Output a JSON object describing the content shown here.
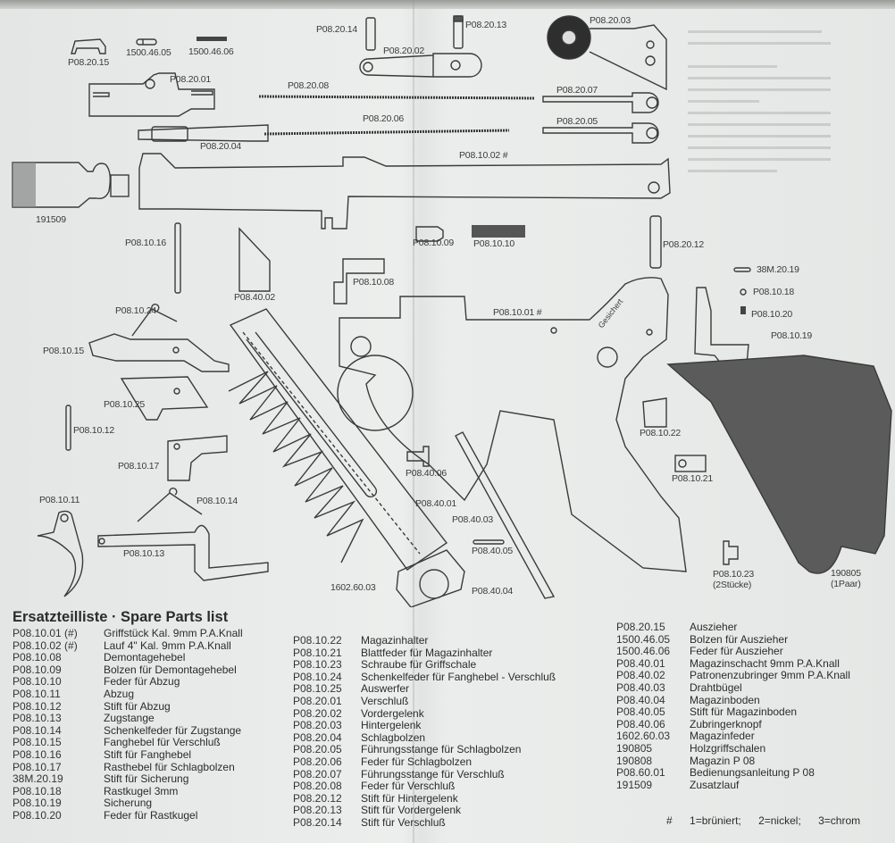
{
  "diagram_labels": {
    "p082015": "P08.20.15",
    "p150046_05": "1500.46.05",
    "p150046_06": "1500.46.06",
    "p082014": "P08.20.14",
    "p082013": "P08.20.13",
    "p082002": "P08.20.02",
    "p082003": "P08.20.03",
    "p082001": "P08.20.01",
    "p082008": "P08.20.08",
    "p082007": "P08.20.07",
    "p082006": "P08.20.06",
    "p082005": "P08.20.05",
    "p082004": "P08.20.04",
    "p081002": "P08.10.02 #",
    "z191509": "191509",
    "p081016": "P08.10.16",
    "p081009": "P08.10.09",
    "p081010": "P08.10.10",
    "p082012": "P08.20.12",
    "p084002": "P08.40.02",
    "p081008": "P08.10.08",
    "m382019": "38M.20.19",
    "p081018": "P08.10.18",
    "p081020": "P08.10.20",
    "p081019": "P08.10.19",
    "p081024": "P08.10.24",
    "p081001": "P08.10.01 #",
    "p081015": "P08.10.15",
    "p081025": "P08.10.25",
    "p081012": "P08.10.12",
    "p081022": "P08.10.22",
    "p081021": "P08.10.21",
    "p081017": "P08.10.17",
    "p084006": "P08.40.06",
    "p081011": "P08.10.11",
    "p081014": "P08.10.14",
    "p084001": "P08.40.01",
    "p084003": "P08.40.03",
    "p084005": "P08.40.05",
    "p081013": "P08.10.13",
    "p081023": "P08.10.23",
    "p081023_qty": "(2Stücke)",
    "z190805": "190805",
    "z190805_qty": "(1Paar)",
    "z160260": "1602.60.03",
    "p084004": "P08.40.04",
    "grip_marking": "Gesichert"
  },
  "parts_list": {
    "title": "Ersatzteilliste · Spare Parts list",
    "columns": [
      [
        {
          "code": "P08.10.01 (#)",
          "desc": "Griffstück Kal. 9mm P.A.Knall"
        },
        {
          "code": "P08.10.02 (#)",
          "desc": "Lauf 4\" Kal. 9mm P.A.Knall"
        },
        {
          "code": "P08.10.08",
          "desc": "Demontagehebel"
        },
        {
          "code": "P08.10.09",
          "desc": "Bolzen für Demontagehebel"
        },
        {
          "code": "P08.10.10",
          "desc": "Feder für Abzug"
        },
        {
          "code": "P08.10.11",
          "desc": "Abzug"
        },
        {
          "code": "P08.10.12",
          "desc": "Stift für Abzug"
        },
        {
          "code": "P08.10.13",
          "desc": "Zugstange"
        },
        {
          "code": "P08.10.14",
          "desc": "Schenkelfeder für Zugstange"
        },
        {
          "code": "P08.10.15",
          "desc": "Fanghebel für Verschluß"
        },
        {
          "code": "P08.10.16",
          "desc": "Stift für Fanghebel"
        },
        {
          "code": "P08.10.17",
          "desc": "Rasthebel für Schlagbolzen"
        },
        {
          "code": "38M.20.19",
          "desc": "Stift für Sicherung"
        },
        {
          "code": "P08.10.18",
          "desc": "Rastkugel 3mm"
        },
        {
          "code": "P08.10.19",
          "desc": "Sicherung"
        },
        {
          "code": "P08.10.20",
          "desc": "Feder für Rastkugel"
        }
      ],
      [
        {
          "code": "P08.10.22",
          "desc": "Magazinhalter"
        },
        {
          "code": "P08.10.21",
          "desc": "Blattfeder für Magazinhalter"
        },
        {
          "code": "P08.10.23",
          "desc": "Schraube für Griffschale"
        },
        {
          "code": "P08.10.24",
          "desc": "Schenkelfeder für Fanghebel - Verschluß"
        },
        {
          "code": "P08.10.25",
          "desc": "Auswerfer"
        },
        {
          "code": "P08.20.01",
          "desc": "Verschluß"
        },
        {
          "code": "P08.20.02",
          "desc": "Vordergelenk"
        },
        {
          "code": "P08.20.03",
          "desc": "Hintergelenk"
        },
        {
          "code": "P08.20.04",
          "desc": "Schlagbolzen"
        },
        {
          "code": "P08.20.05",
          "desc": "Führungsstange für Schlagbolzen"
        },
        {
          "code": "P08.20.06",
          "desc": "Feder für Schlagbolzen"
        },
        {
          "code": "P08.20.07",
          "desc": "Führungsstange für Verschluß"
        },
        {
          "code": "P08.20.08",
          "desc": "Feder für Verschluß"
        },
        {
          "code": "P08.20.12",
          "desc": "Stift für Hintergelenk"
        },
        {
          "code": "P08.20.13",
          "desc": "Stift für Vordergelenk"
        },
        {
          "code": "P08.20.14",
          "desc": "Stift für Verschluß"
        }
      ],
      [
        {
          "code": "P08.20.15",
          "desc": "Auszieher"
        },
        {
          "code": "1500.46.05",
          "desc": "Bolzen für Auszieher"
        },
        {
          "code": "1500.46.06",
          "desc": "Feder für Auszieher"
        },
        {
          "code": "P08.40.01",
          "desc": "Magazinschacht 9mm P.A.Knall"
        },
        {
          "code": "P08.40.02",
          "desc": "Patronenzubringer 9mm P.A.Knall"
        },
        {
          "code": "P08.40.03",
          "desc": "Drahtbügel"
        },
        {
          "code": "P08.40.04",
          "desc": "Magazinboden"
        },
        {
          "code": "P08.40.05",
          "desc": "Stift für Magazinboden"
        },
        {
          "code": "P08.40.06",
          "desc": "Zubringerknopf"
        },
        {
          "code": "1602.60.03",
          "desc": "Magazinfeder"
        },
        {
          "code": "190805",
          "desc": "Holzgriffschalen"
        },
        {
          "code": "190808",
          "desc": "Magazin P 08"
        },
        {
          "code": "P08.60.01",
          "desc": "Bedienungsanleitung P 08"
        },
        {
          "code": "191509",
          "desc": "Zusatzlauf"
        }
      ]
    ],
    "legend": {
      "symbol": "#",
      "items": [
        "1=brüniert;",
        "2=nickel;",
        "3=chrom"
      ]
    }
  }
}
